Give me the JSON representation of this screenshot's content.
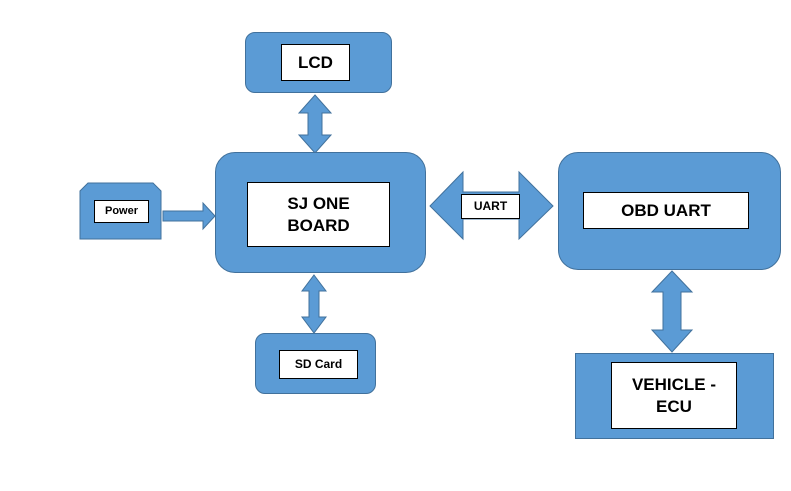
{
  "diagram": {
    "lcd": {
      "label": "LCD"
    },
    "sj_one_board": {
      "label": "SJ ONE\nBOARD"
    },
    "power": {
      "label": "Power"
    },
    "sd_card": {
      "label": "SD Card"
    },
    "uart_link": {
      "label": "UART"
    },
    "obd_uart": {
      "label": "OBD UART"
    },
    "vehicle_ecu": {
      "label": "VEHICLE -\nECU"
    }
  },
  "colors": {
    "block_fill": "#5b9bd5",
    "block_border": "#41719c",
    "label_fill": "#ffffff",
    "label_border": "#000000",
    "text": "#000000"
  }
}
